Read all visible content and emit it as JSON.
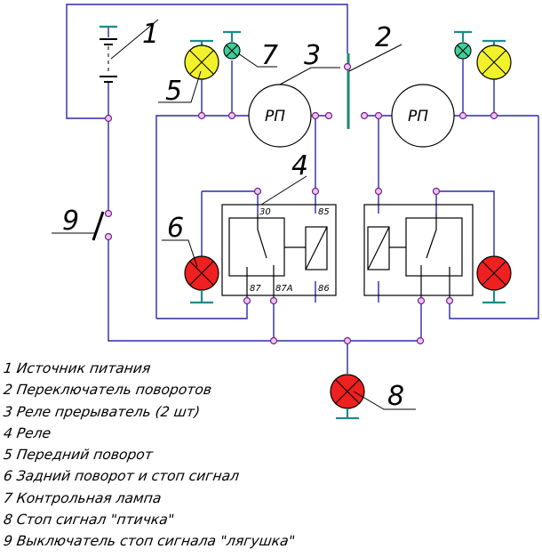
{
  "callouts": {
    "n1": "1",
    "n2": "2",
    "n3": "3",
    "n4": "4",
    "n5": "5",
    "n6": "6",
    "n7": "7",
    "n8": "8",
    "n9": "9"
  },
  "relay_left": {
    "rp": "РП",
    "pin30": "30",
    "pin85": "85",
    "pin87": "87",
    "pin87a": "87A",
    "pin86": "86"
  },
  "relay_right": {
    "rp": "РП"
  },
  "legend": [
    "1 Источник питания",
    "2 Переключатель поворотов",
    "3 Реле прерыватель (2 шт)",
    "4 Реле",
    "5 Передний поворот",
    "6 Задний поворот и стоп сигнал",
    "7 Контрольная лампа",
    "8 Стоп сигнал \"птичка\"",
    "9 Выключатель стоп сигнала \"лягушка\""
  ],
  "colors": {
    "wire": "#2a2aa8",
    "lamp_yellow": "#f2f22a",
    "lamp_red": "#ee2020",
    "lamp_green": "#3fcf9a",
    "ground": "#1d8a8a",
    "node": "#e9c8f0"
  }
}
